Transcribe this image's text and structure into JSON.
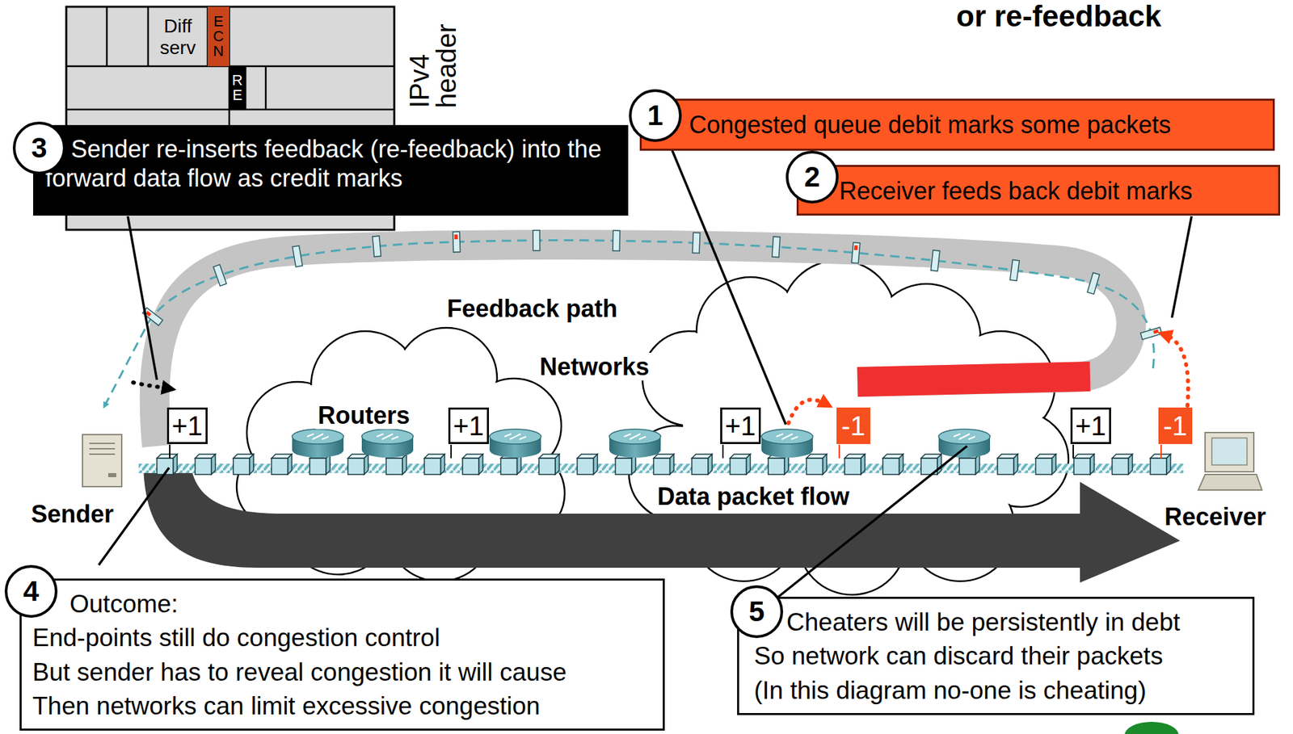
{
  "diagram": {
    "title": "or re-feedback",
    "nodes": [
      {
        "text": [
          "IPv4 header"
        ]
      },
      {
        "text": [
          "Diff serv"
        ],
        "in": 0
      },
      {
        "text": [
          "E C N"
        ],
        "in": 0
      },
      {
        "text": [
          "R E"
        ],
        "in": 0
      },
      {
        "text": [
          "Congested queue debit marks some packets"
        ]
      },
      {
        "text": [
          "Receiver feeds back debit marks"
        ]
      },
      {
        "text": [
          "Sender re-inserts feedback (re-feedback) into the forward data flow as credit marks"
        ]
      },
      {
        "text": [
          "Outcome:",
          "End-points still do congestion control",
          "But sender has to reveal congestion it will cause",
          "Then networks can limit excessive congestion"
        ]
      },
      {
        "text": [
          "Cheaters will be persistently in debt",
          "So network can discard their packets",
          "(In this diagram no-one is cheating)"
        ]
      },
      {
        "text": [
          "+1"
        ]
      },
      {
        "text": [
          "+1"
        ]
      },
      {
        "text": [
          "+1"
        ]
      },
      {
        "text": [
          "-1"
        ]
      },
      {
        "text": [
          "+1"
        ]
      },
      {
        "text": [
          "-1"
        ]
      }
    ],
    "labels": [
      "1",
      "2",
      "3",
      "4",
      "5",
      "Feedback path",
      "Networks",
      "Routers",
      "Data packet flow",
      "Sender",
      "Receiver"
    ]
  }
}
